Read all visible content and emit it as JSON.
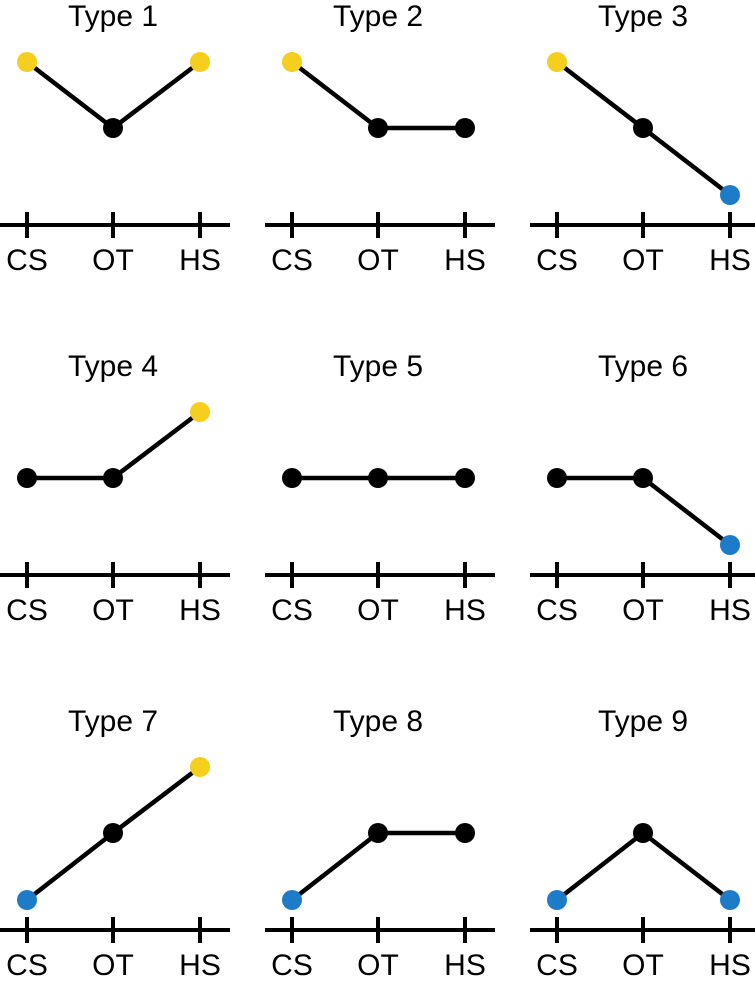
{
  "levels": [
    "low",
    "mid",
    "high"
  ],
  "colors": {
    "high": "#F5CE1E",
    "mid": "#000000",
    "low": "#1E7BC8",
    "line": "#000000"
  },
  "x_labels": [
    "CS",
    "OT",
    "HS"
  ],
  "panels": [
    {
      "title": "Type 1",
      "points": [
        "high",
        "mid",
        "high"
      ]
    },
    {
      "title": "Type 2",
      "points": [
        "high",
        "mid",
        "mid"
      ]
    },
    {
      "title": "Type 3",
      "points": [
        "high",
        "mid",
        "low"
      ]
    },
    {
      "title": "Type 4",
      "points": [
        "mid",
        "mid",
        "high"
      ]
    },
    {
      "title": "Type 5",
      "points": [
        "mid",
        "mid",
        "mid"
      ]
    },
    {
      "title": "Type 6",
      "points": [
        "mid",
        "mid",
        "low"
      ]
    },
    {
      "title": "Type 7",
      "points": [
        "low",
        "mid",
        "high"
      ]
    },
    {
      "title": "Type 8",
      "points": [
        "low",
        "mid",
        "mid"
      ]
    },
    {
      "title": "Type 9",
      "points": [
        "low",
        "mid",
        "low"
      ]
    }
  ]
}
